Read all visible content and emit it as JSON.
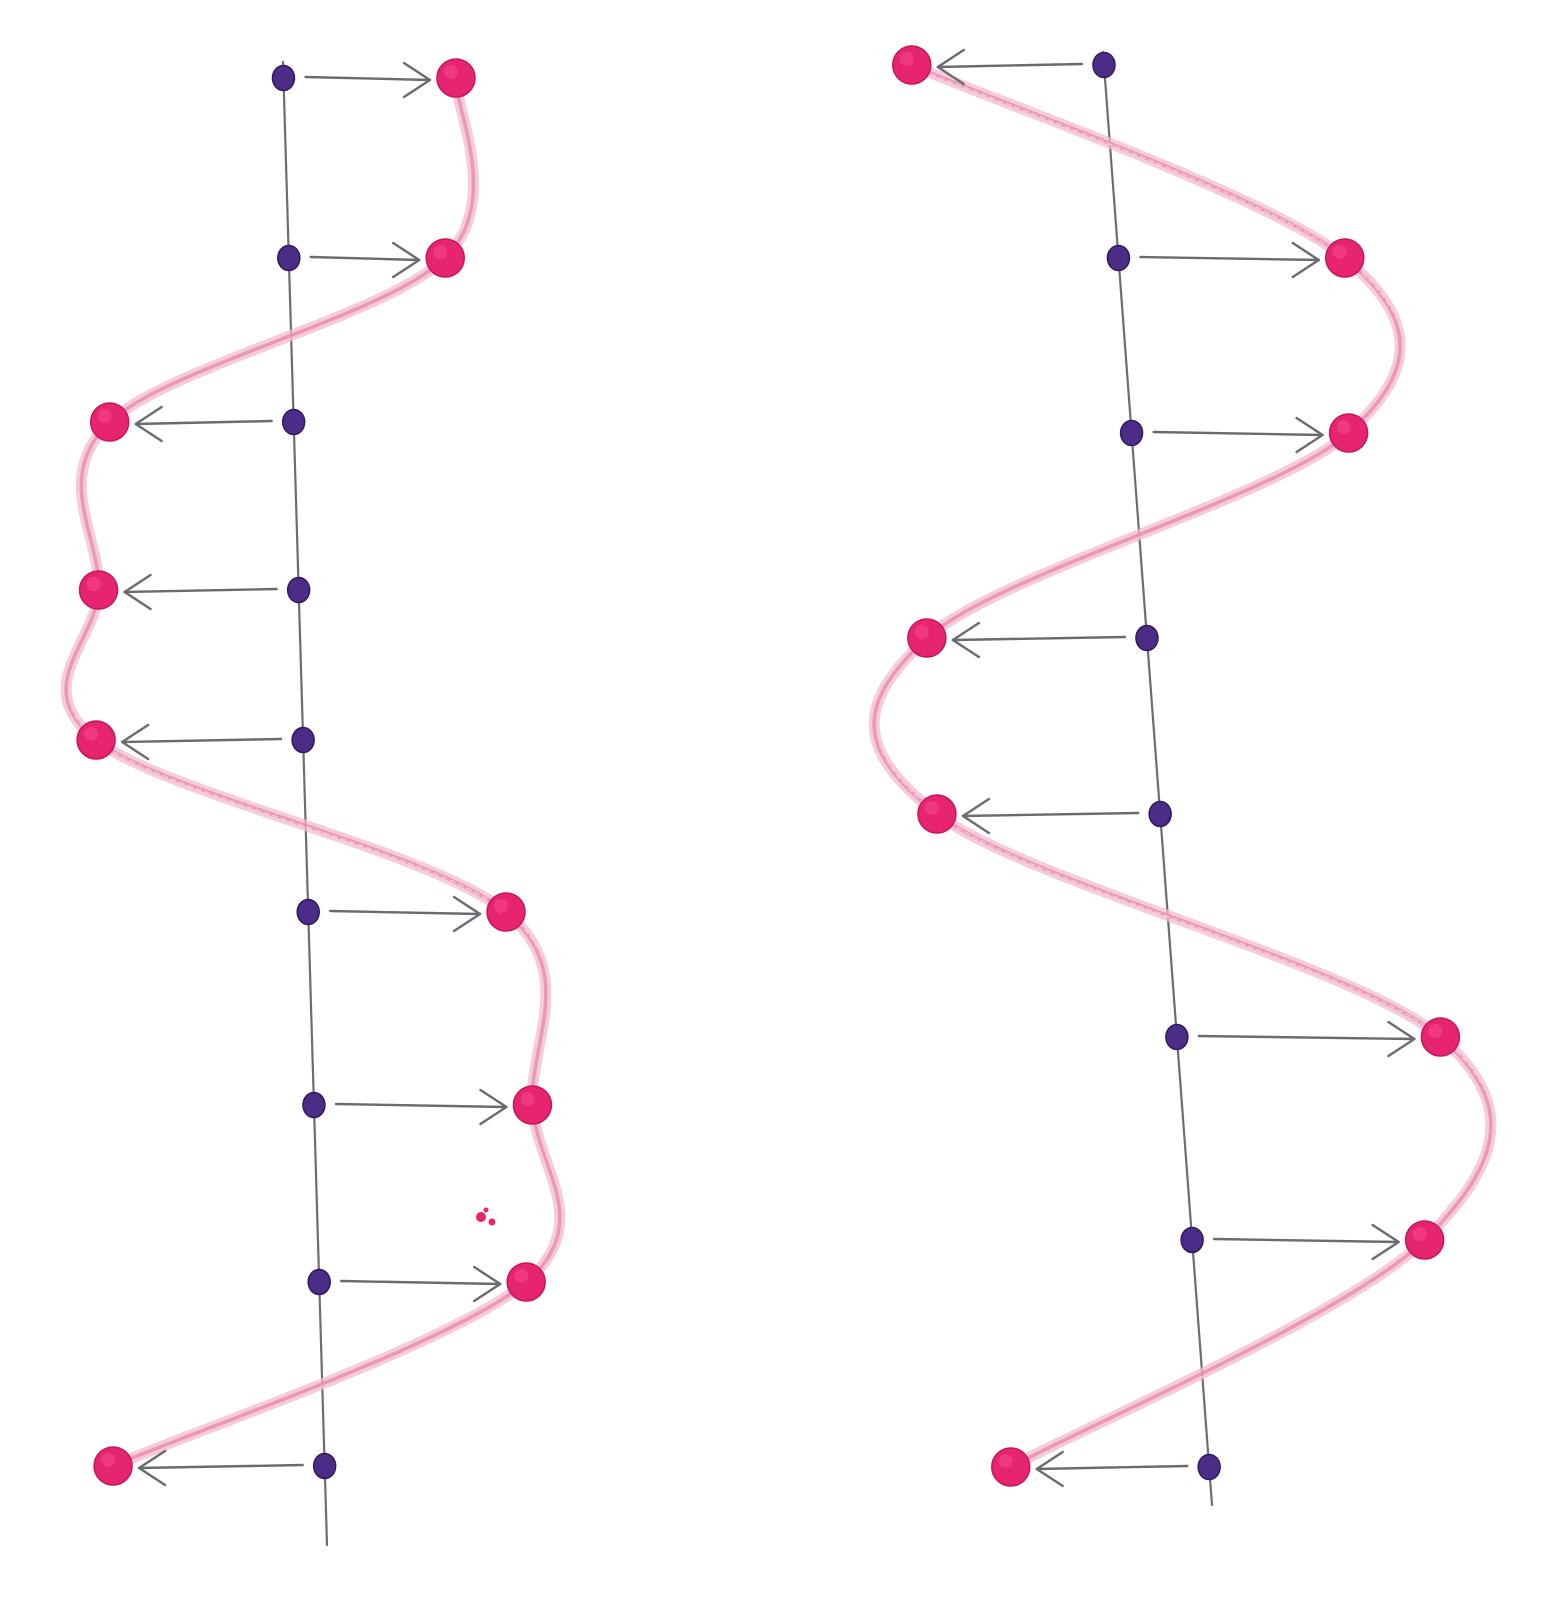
{
  "colors": {
    "background": "#ffffff",
    "axis": "#6e6e72",
    "arrow": "#6a6a70",
    "origin_dot": "#4b2c86",
    "target_dot": "#e6246f",
    "curve": "#e889ad"
  },
  "panels": [
    {
      "name": "left-panel",
      "rows": [
        {
          "direction": "right",
          "target_offset": 0.75
        },
        {
          "direction": "right",
          "target_offset": 0.68
        },
        {
          "direction": "left",
          "target_offset": -0.8
        },
        {
          "direction": "left",
          "target_offset": -0.87
        },
        {
          "direction": "left",
          "target_offset": -0.9
        },
        {
          "direction": "right",
          "target_offset": 0.86
        },
        {
          "direction": "right",
          "target_offset": 0.95
        },
        {
          "direction": "right",
          "target_offset": 0.9
        },
        {
          "direction": "left",
          "target_offset": -0.92
        }
      ]
    },
    {
      "name": "right-panel",
      "rows": [
        {
          "direction": "left",
          "target_offset": -0.62
        },
        {
          "direction": "right",
          "target_offset": 0.73
        },
        {
          "direction": "right",
          "target_offset": 0.7
        },
        {
          "direction": "left",
          "target_offset": -0.71
        },
        {
          "direction": "left",
          "target_offset": -0.72
        },
        {
          "direction": "right",
          "target_offset": 0.85
        },
        {
          "direction": "right",
          "target_offset": 0.75
        },
        {
          "direction": "left",
          "target_offset": -0.64
        }
      ]
    }
  ]
}
